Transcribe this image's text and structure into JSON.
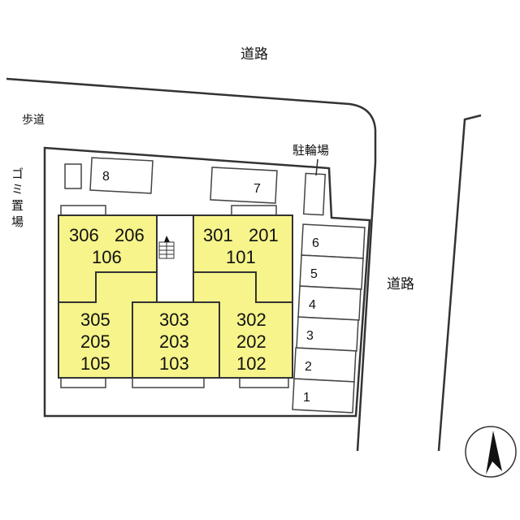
{
  "labels": {
    "road_top": "道路",
    "road_right": "道路",
    "sidewalk": "歩道",
    "bicycle_parking": "駐輪場",
    "garbage": [
      "ゴ",
      "ミ",
      "置",
      "場"
    ]
  },
  "parking": [
    "1",
    "2",
    "3",
    "4",
    "5",
    "6",
    "7",
    "8"
  ],
  "units": {
    "top_left": [
      "306",
      "206",
      "106"
    ],
    "top_right": [
      "301",
      "201",
      "101"
    ],
    "bottom_left": [
      "305",
      "205",
      "105"
    ],
    "bottom_middle": [
      "303",
      "203",
      "103"
    ],
    "bottom_right": [
      "302",
      "202",
      "102"
    ]
  }
}
